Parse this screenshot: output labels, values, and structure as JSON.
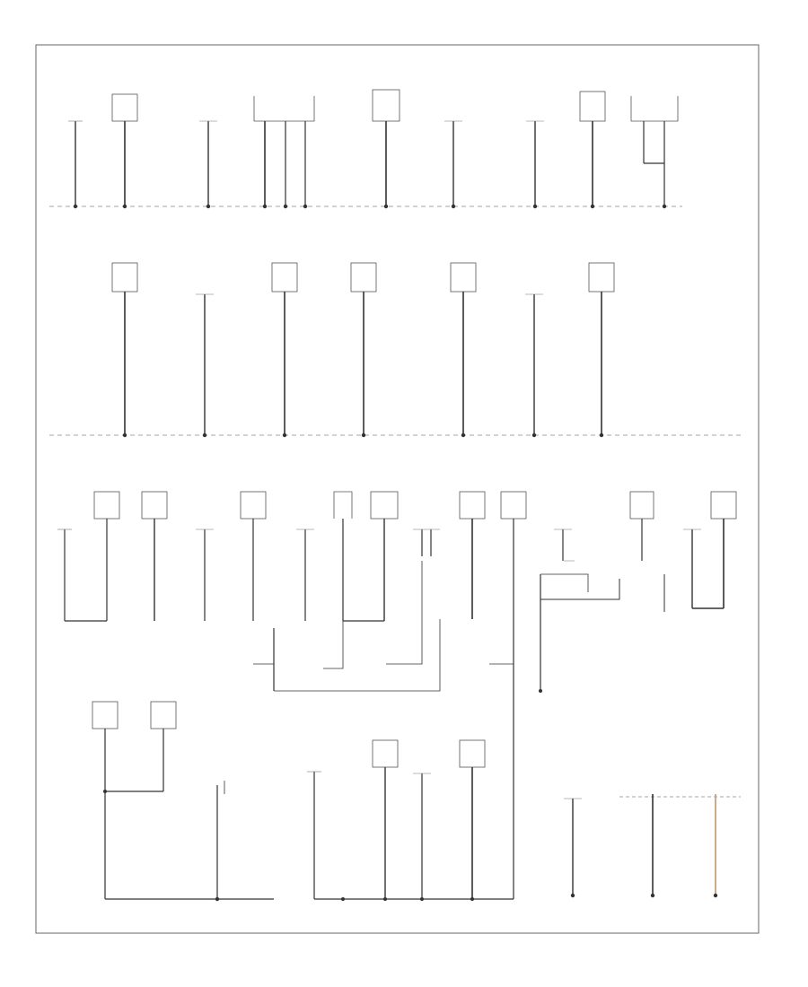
{
  "diagram": {
    "footer_id": "",
    "top_row": [
      {
        "id": "t1",
        "label": ""
      },
      {
        "id": "t2",
        "label": ""
      },
      {
        "id": "t3",
        "label": ""
      },
      {
        "id": "t4",
        "label": ""
      },
      {
        "id": "t5",
        "label": ""
      },
      {
        "id": "t6",
        "label": ""
      },
      {
        "id": "t7",
        "label": ""
      },
      {
        "id": "t8",
        "label": ""
      },
      {
        "id": "t9",
        "label": ""
      }
    ],
    "middle_row": [
      {
        "id": "m1",
        "label": ""
      },
      {
        "id": "m2",
        "label": ""
      },
      {
        "id": "m3",
        "label": ""
      },
      {
        "id": "m4",
        "label": ""
      },
      {
        "id": "m5",
        "label": ""
      },
      {
        "id": "m6",
        "label": ""
      },
      {
        "id": "m7",
        "label": ""
      }
    ],
    "bottom_row": [
      {
        "id": "b1",
        "label": ""
      },
      {
        "id": "b2",
        "label": ""
      },
      {
        "id": "b3",
        "label": ""
      },
      {
        "id": "b4",
        "label": ""
      },
      {
        "id": "b5",
        "label": ""
      },
      {
        "id": "b6",
        "label": ""
      },
      {
        "id": "b7",
        "label": ""
      },
      {
        "id": "b8",
        "label": ""
      },
      {
        "id": "b9",
        "label": ""
      },
      {
        "id": "b10",
        "label": ""
      },
      {
        "id": "b11",
        "label": ""
      },
      {
        "id": "b12",
        "label": ""
      },
      {
        "id": "b13",
        "label": ""
      },
      {
        "id": "b14",
        "label": ""
      },
      {
        "id": "b15",
        "label": ""
      }
    ],
    "lower_components": [
      {
        "id": "l1",
        "label": ""
      },
      {
        "id": "l2",
        "label": ""
      },
      {
        "id": "l3",
        "label": ""
      },
      {
        "id": "l4",
        "label": ""
      },
      {
        "id": "l5",
        "label": ""
      },
      {
        "id": "l6",
        "label": ""
      },
      {
        "id": "l7",
        "label": ""
      },
      {
        "id": "l8",
        "label": ""
      }
    ],
    "grounds": [
      {
        "id": "g1",
        "label": ""
      },
      {
        "id": "g2",
        "label": ""
      },
      {
        "id": "g3",
        "label": ""
      },
      {
        "id": "g4",
        "label": ""
      },
      {
        "id": "g5",
        "label": ""
      }
    ],
    "colors": {
      "wire": "#333333",
      "highlight_wire": "#c8a080",
      "box": "#555555",
      "dash": "#888888"
    }
  }
}
